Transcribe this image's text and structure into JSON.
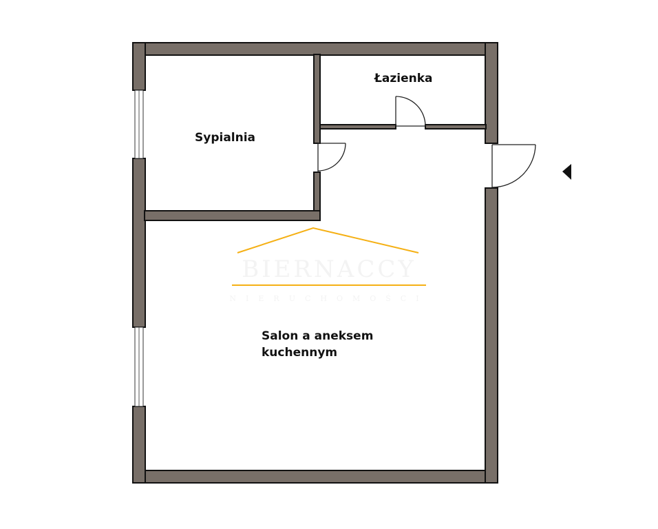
{
  "rooms": {
    "bathroom": "Łazienka",
    "bedroom": "Sypialnia",
    "living_line1": "Salon a aneksem",
    "living_line2": "kuchennym"
  },
  "watermark": {
    "brand": "BIERNACCY",
    "subtitle": "NIERUCHOMOŚCI",
    "color": "#f5b014"
  },
  "colors": {
    "wall": "#786f68"
  }
}
